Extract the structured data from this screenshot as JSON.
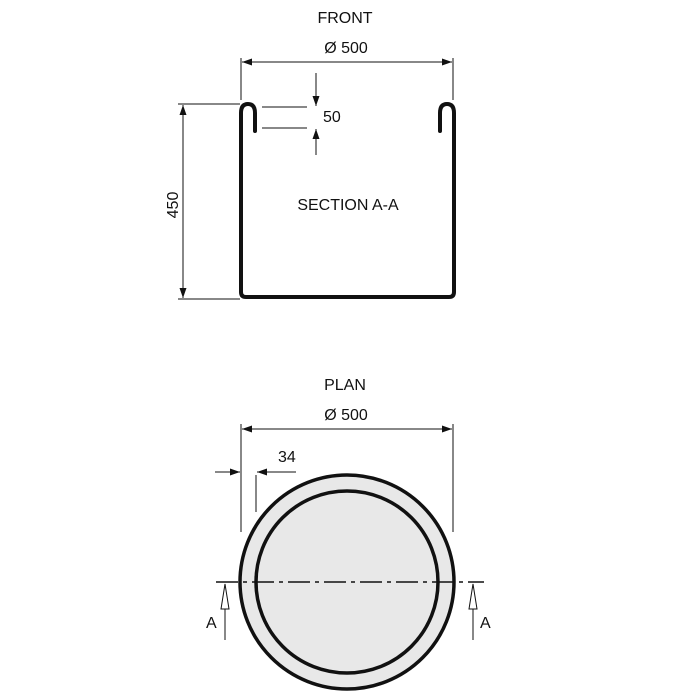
{
  "front": {
    "title": "FRONT",
    "width_dim": "Ø 500",
    "height_dim": "450",
    "lip_dim": "50",
    "section_label": "SECTION A-A"
  },
  "plan": {
    "title": "PLAN",
    "width_dim": "Ø 500",
    "wall_dim": "34",
    "section_marker_left": "A",
    "section_marker_right": "A"
  },
  "colors": {
    "line": "#111111",
    "fill": "#e8e8e8",
    "background": "#ffffff"
  }
}
